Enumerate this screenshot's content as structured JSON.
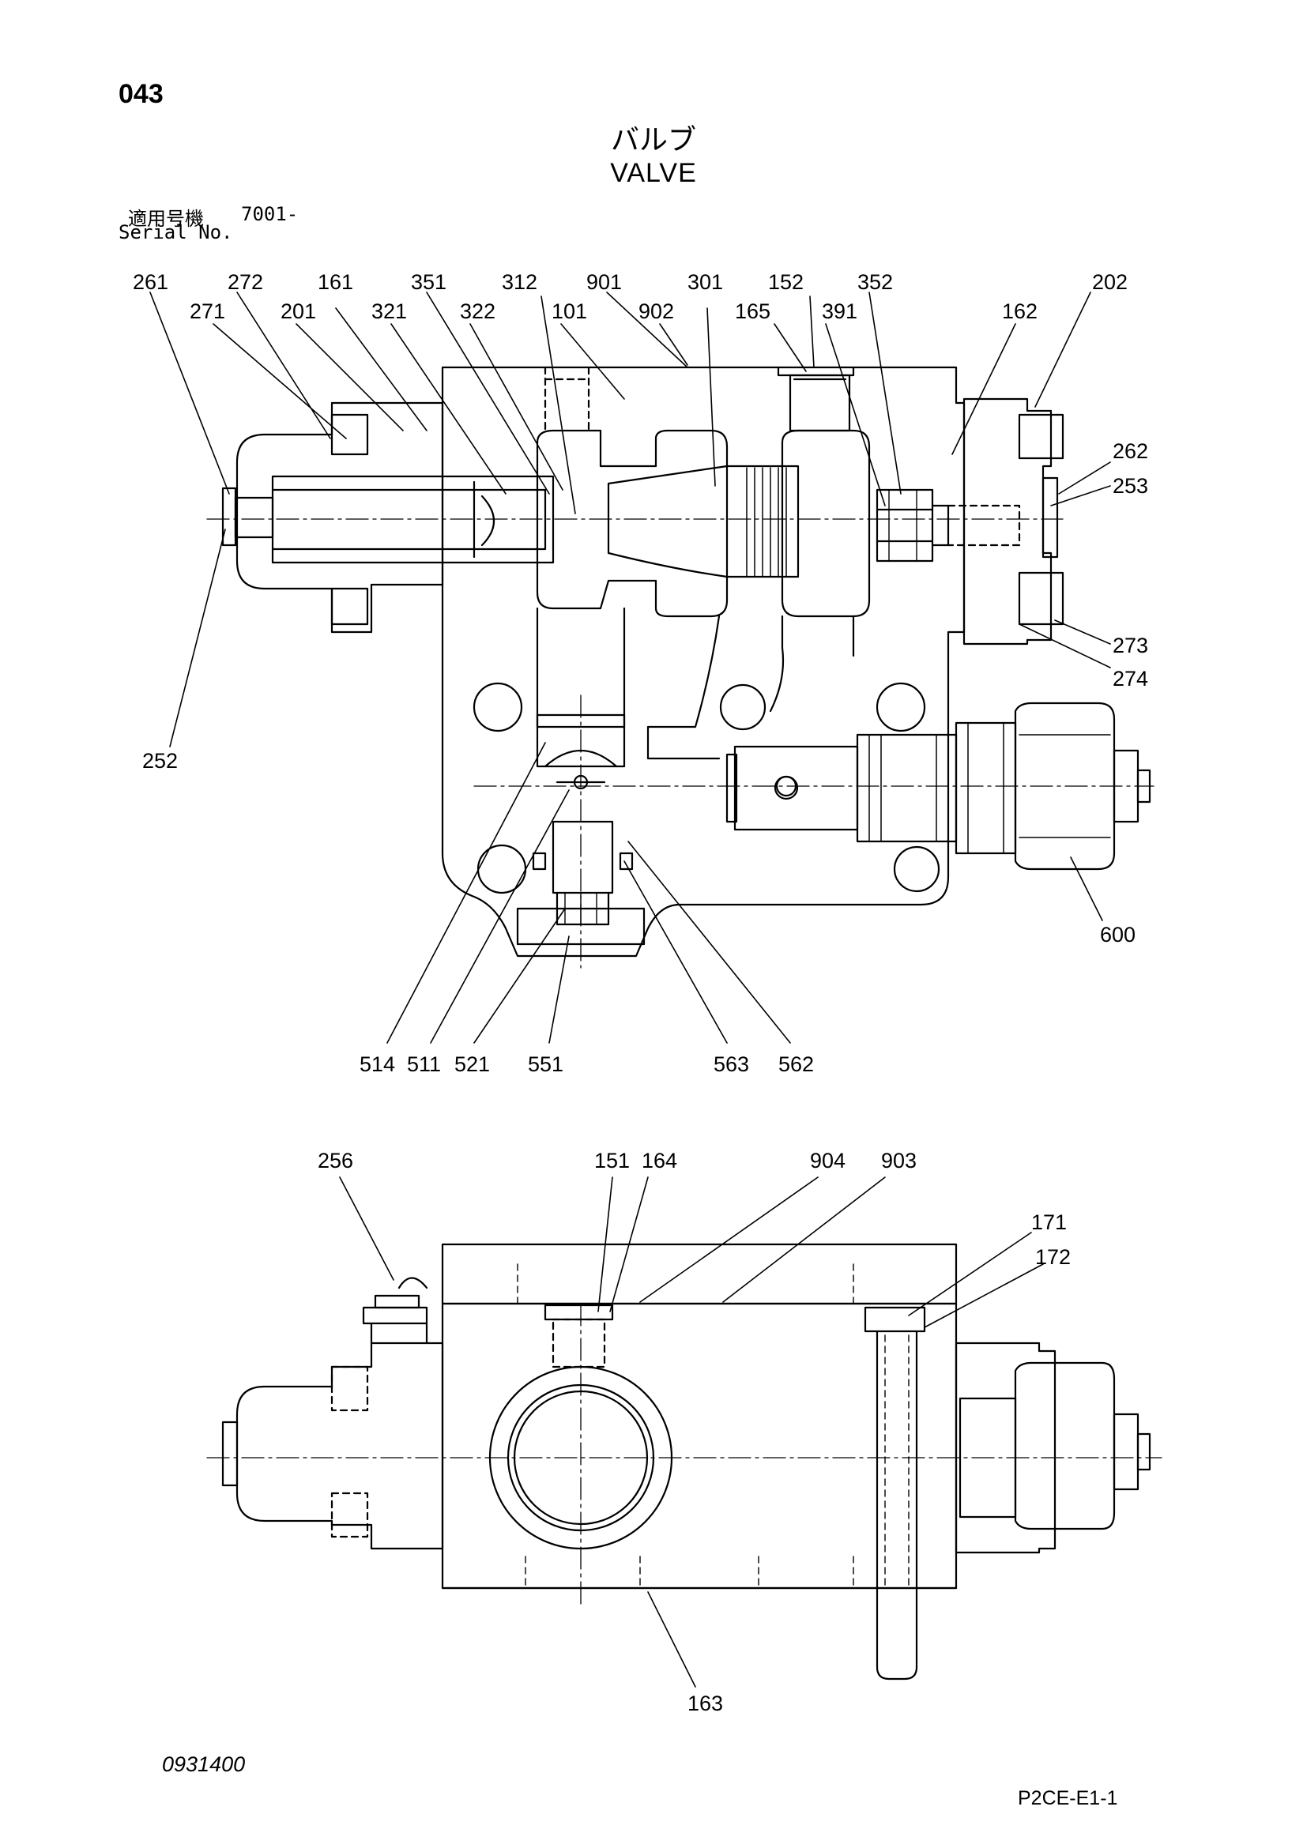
{
  "header": {
    "page_number": "043",
    "title_ja": "バルブ",
    "title_en": "VALVE",
    "serial_label_ja": "適用号機",
    "serial_value": "7001-",
    "serial_label_en": "Serial No."
  },
  "footer": {
    "doc_number": "0931400",
    "figure_code": "P2CE-E1-1"
  },
  "callouts_top": [
    "261",
    "272",
    "161",
    "351",
    "312",
    "901",
    "301",
    "152",
    "352",
    "202",
    "271",
    "201",
    "321",
    "322",
    "101",
    "902",
    "165",
    "391",
    "162",
    "262",
    "253",
    "273",
    "274",
    "252",
    "600",
    "514",
    "511",
    "521",
    "551",
    "563",
    "562"
  ],
  "callouts_bottom": [
    "256",
    "151",
    "164",
    "904",
    "903",
    "171",
    "172",
    "163"
  ]
}
